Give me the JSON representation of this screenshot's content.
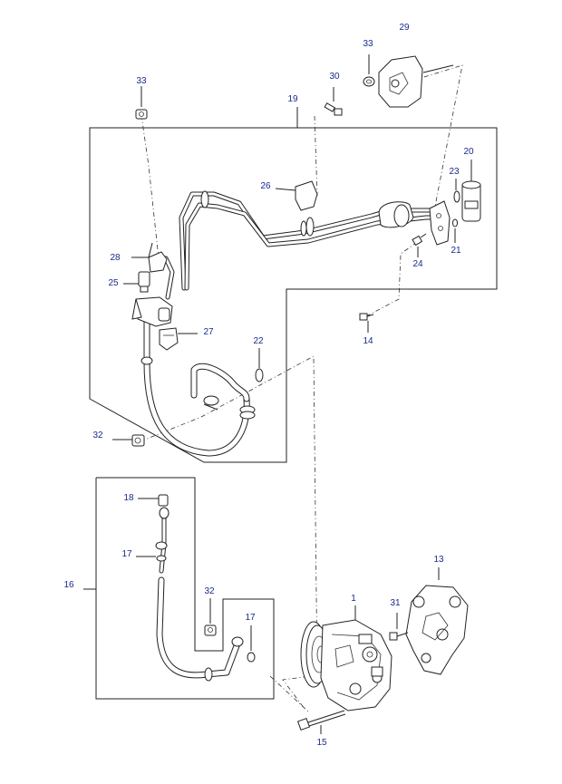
{
  "diagram": {
    "callouts": [
      {
        "key": "c29",
        "text": "29"
      },
      {
        "key": "c33a",
        "text": "33"
      },
      {
        "key": "c30",
        "text": "30"
      },
      {
        "key": "c33b",
        "text": "33"
      },
      {
        "key": "c19",
        "text": "19"
      },
      {
        "key": "c20",
        "text": "20"
      },
      {
        "key": "c23",
        "text": "23"
      },
      {
        "key": "c26",
        "text": "26"
      },
      {
        "key": "c21",
        "text": "21"
      },
      {
        "key": "c24",
        "text": "24"
      },
      {
        "key": "c28",
        "text": "28"
      },
      {
        "key": "c25",
        "text": "25"
      },
      {
        "key": "c27",
        "text": "27"
      },
      {
        "key": "c14",
        "text": "14"
      },
      {
        "key": "c22",
        "text": "22"
      },
      {
        "key": "c32a",
        "text": "32"
      },
      {
        "key": "c18",
        "text": "18"
      },
      {
        "key": "c17a",
        "text": "17"
      },
      {
        "key": "c13",
        "text": "13"
      },
      {
        "key": "c16",
        "text": "16"
      },
      {
        "key": "c1",
        "text": "1"
      },
      {
        "key": "c31",
        "text": "31"
      },
      {
        "key": "c32b",
        "text": "32"
      },
      {
        "key": "c17b",
        "text": "17"
      },
      {
        "key": "c15",
        "text": "15"
      }
    ],
    "colors": {
      "callout_text": "#1a2a8c",
      "line_art": "#222222",
      "background": "#ffffff"
    }
  }
}
